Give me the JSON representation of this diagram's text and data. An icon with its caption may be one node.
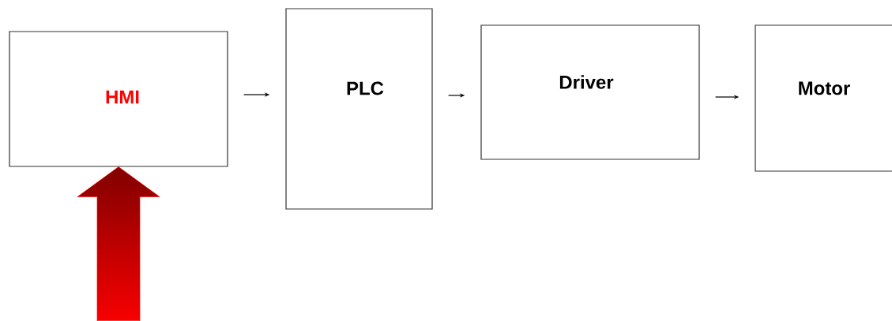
{
  "diagram": {
    "nodes": [
      {
        "text": [
          "HMI"
        ]
      },
      {
        "text": [
          "PLC"
        ]
      },
      {
        "text": [
          "Driver"
        ]
      },
      {
        "text": [
          "Motor"
        ]
      }
    ],
    "edges": [
      {
        "from": 0,
        "to": 1,
        "arrow": "to"
      },
      {
        "from": 1,
        "to": 2,
        "arrow": "to"
      },
      {
        "from": 2,
        "to": 3,
        "arrow": "to"
      },
      {
        "from": null,
        "to": 0,
        "arrow": "to",
        "style": "thick",
        "color": "#ff0000"
      }
    ]
  }
}
